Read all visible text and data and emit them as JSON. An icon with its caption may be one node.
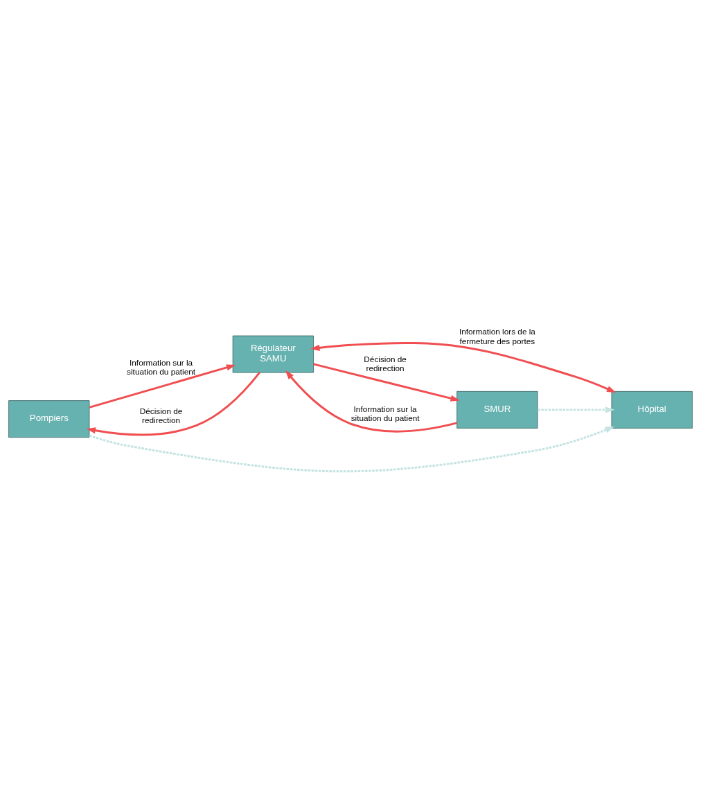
{
  "diagram": {
    "nodes": [
      {
        "text": [
          "Pompiers"
        ]
      },
      {
        "text": [
          "Régulateur SAMU"
        ]
      },
      {
        "text": [
          "Hôpital"
        ]
      },
      {
        "text": [
          "SMUR"
        ]
      }
    ],
    "edges": [
      {
        "from": 0,
        "to": 1,
        "arrow": "to",
        "label": "Information sur la situation du patient"
      },
      {
        "from": 1,
        "to": 0,
        "arrow": "to",
        "label": "Décision de redirection"
      },
      {
        "from": 0,
        "to": 2,
        "arrow": "to",
        "style": "dashed",
        "color": "#c5e3e2"
      },
      {
        "from": 1,
        "to": 2,
        "arrow": "both",
        "label": "Information lors de la fermeture des portes"
      },
      {
        "from": 3,
        "to": 1,
        "arrow": "to",
        "label": "Information sur la situation du patient"
      },
      {
        "from": 1,
        "to": 3,
        "arrow": "to",
        "label": "Décision de redirection"
      },
      {
        "from": 3,
        "to": 2,
        "arrow": "to",
        "style": "dashed",
        "color": "#c5e3e2"
      }
    ]
  }
}
